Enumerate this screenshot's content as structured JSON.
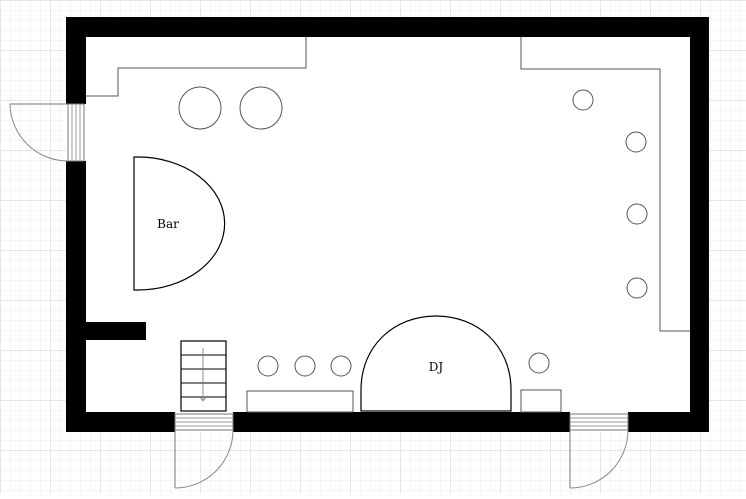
{
  "diagram": {
    "type": "floor-plan",
    "labels": {
      "bar": "Bar",
      "dj": "DJ"
    },
    "colors": {
      "wall": "#000000",
      "line": "#555555",
      "grid_minor": "#e6e6e6",
      "grid_major": "#cfcfcf",
      "background": "#ffffff"
    }
  }
}
